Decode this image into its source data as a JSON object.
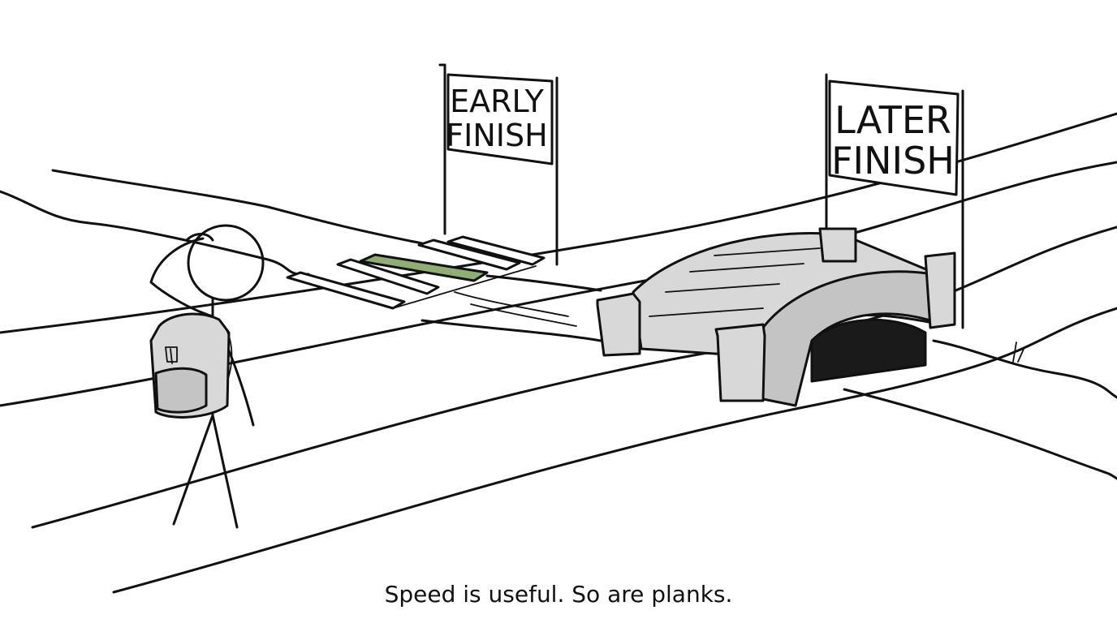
{
  "signs": {
    "early": {
      "line1": "EARLY",
      "line2": "FINISH"
    },
    "later": {
      "line1": "LATER",
      "line2": "FINISH"
    }
  },
  "caption": "Speed is useful. So are planks.",
  "colors": {
    "ink": "#111111",
    "stone": "#d8d8d8",
    "stone_shadow": "#a8a8a8",
    "green_plank": "#8fad74",
    "tunnel": "#1a1a1a"
  },
  "icons": [
    "stick-figure",
    "backpack",
    "wooden-plank-bridge",
    "stone-arch-bridge",
    "finish-sign",
    "stream"
  ]
}
